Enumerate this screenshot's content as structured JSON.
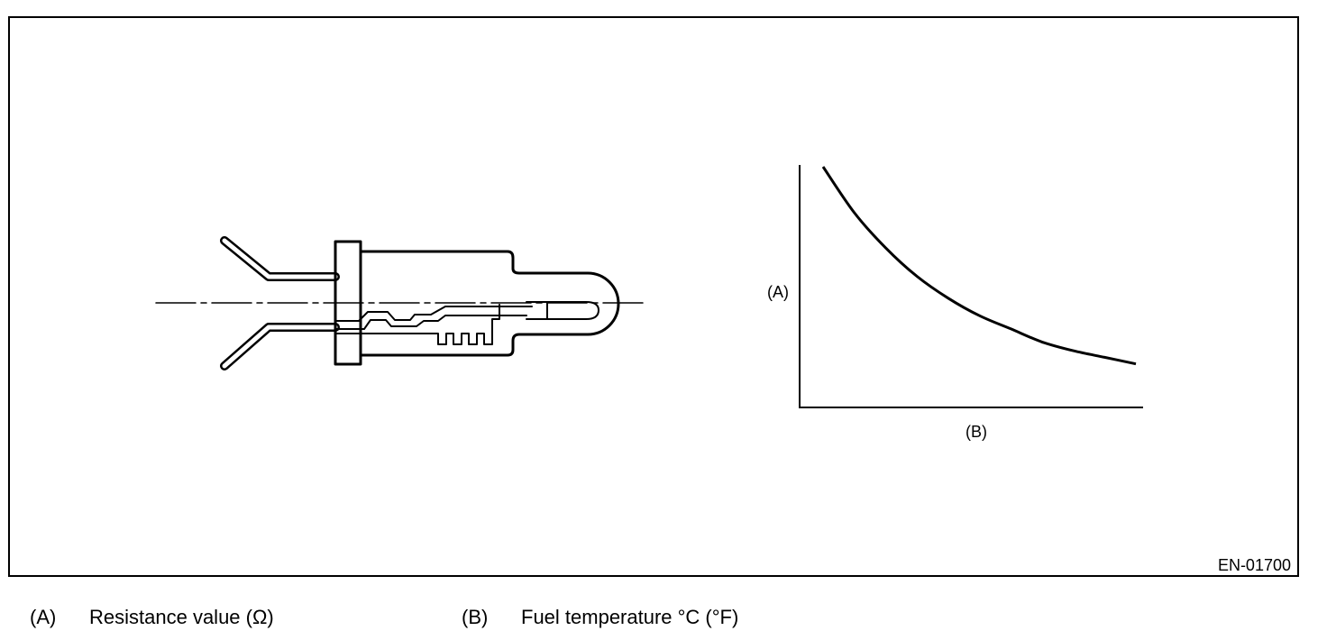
{
  "figure": {
    "code": "EN-01700"
  },
  "graph": {
    "y_axis_label": "(A)",
    "x_axis_label": "(B)"
  },
  "legend": [
    {
      "key": "(A)",
      "text": "Resistance value (Ω)"
    },
    {
      "key": "(B)",
      "text": "Fuel temperature °C (°F)"
    }
  ],
  "chart_data": {
    "type": "line",
    "title": "",
    "xlabel": "(B)",
    "ylabel": "(A)",
    "grid": false,
    "series": [
      {
        "x": [
          0,
          0.1,
          0.2,
          0.3,
          0.4,
          0.5,
          0.6,
          0.7,
          0.8,
          0.9,
          1.0
        ],
        "values": [
          1.0,
          0.79,
          0.63,
          0.5,
          0.4,
          0.32,
          0.26,
          0.2,
          0.16,
          0.13,
          0.1
        ]
      }
    ]
  }
}
